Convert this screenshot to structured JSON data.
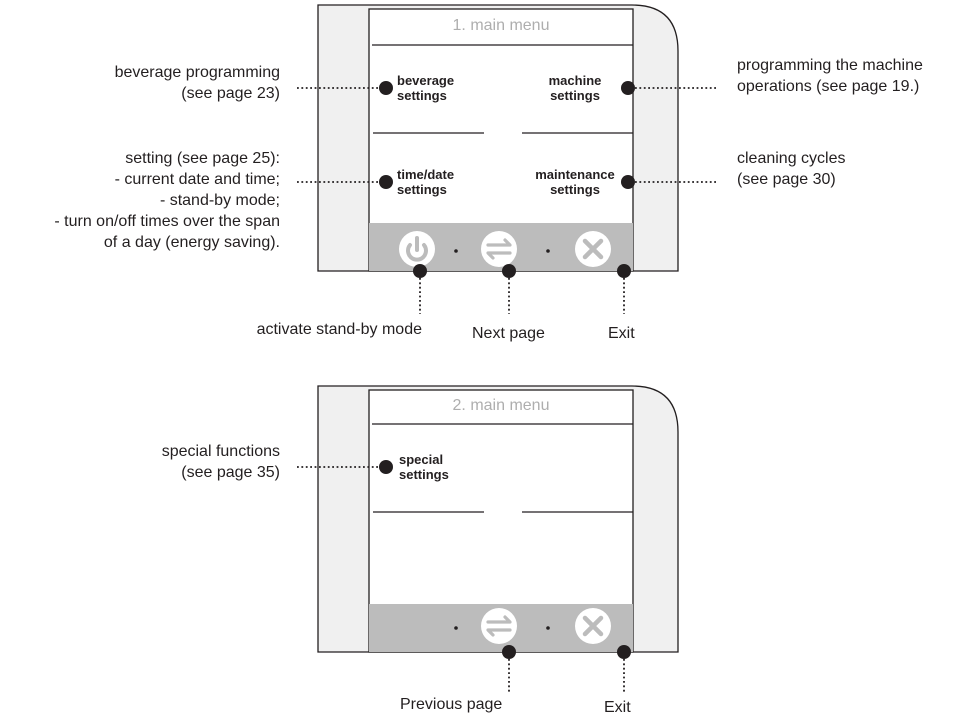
{
  "menu1": {
    "title": "1. main menu",
    "buttons": {
      "beverage": [
        "beverage",
        "settings"
      ],
      "machine": [
        "machine",
        "settings"
      ],
      "timedate": [
        "time/date",
        "settings"
      ],
      "maintenance": [
        "maintenance",
        "settings"
      ]
    },
    "annotations": {
      "beverage": [
        "beverage programming",
        "(see page 23)"
      ],
      "machine": [
        "programming the machine",
        "operations (see page 19.)"
      ],
      "timedate": [
        "setting (see page 25):",
        "- current date and time;",
        "- stand-by mode;",
        "- turn on/off times over the span",
        "of a day (energy saving)."
      ],
      "maintenance": [
        "cleaning cycles",
        "(see page 30)"
      ]
    },
    "bottom_captions": {
      "standby": "activate stand-by mode",
      "next": "Next page",
      "exit": "Exit"
    }
  },
  "menu2": {
    "title": "2. main menu",
    "buttons": {
      "special": [
        "special",
        "settings"
      ]
    },
    "annotations": {
      "special": [
        "special functions",
        "(see page 35)"
      ]
    },
    "bottom_captions": {
      "previous": "Previous page",
      "exit": "Exit"
    }
  },
  "colors": {
    "bezel": "#f0f0f0",
    "toolbar": "#bcbcbc",
    "icon": "#ffffff",
    "line": "#231f20",
    "header_text": "#aeaeae"
  },
  "icons": {
    "standby": "power-icon",
    "next": "swap-arrows-icon",
    "exit": "close-x-icon",
    "callout": "callout-dot-icon"
  }
}
